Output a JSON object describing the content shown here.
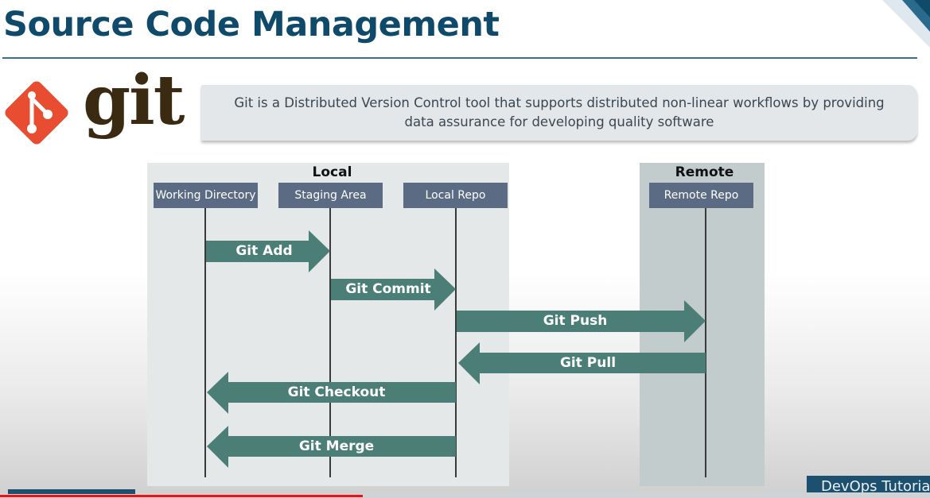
{
  "title": "Source Code Management",
  "logo": {
    "text": "git",
    "brand_color": "#e84d31"
  },
  "description": "Git is a Distributed Version Control tool that supports distributed non-linear workflows by providing data assurance for developing quality software",
  "zones": {
    "local": "Local",
    "remote": "Remote"
  },
  "columns": {
    "working_directory": "Working Directory",
    "staging_area": "Staging Area",
    "local_repo": "Local Repo",
    "remote_repo": "Remote Repo"
  },
  "operations": [
    {
      "key": "add",
      "label": "Git Add",
      "from": "working_directory",
      "to": "staging_area"
    },
    {
      "key": "commit",
      "label": "Git Commit",
      "from": "staging_area",
      "to": "local_repo"
    },
    {
      "key": "push",
      "label": "Git Push",
      "from": "local_repo",
      "to": "remote_repo"
    },
    {
      "key": "pull",
      "label": "Git Pull",
      "from": "remote_repo",
      "to": "local_repo"
    },
    {
      "key": "checkout",
      "label": "Git Checkout",
      "from": "local_repo",
      "to": "working_directory"
    },
    {
      "key": "merge",
      "label": "Git Merge",
      "from": "local_repo",
      "to": "working_directory"
    }
  ],
  "footer": {
    "tag": "DevOps Tutoria"
  },
  "player": {
    "progress_fraction": 0.39
  },
  "colors": {
    "title": "#0f4a6b",
    "arrow": "#4a7e77",
    "column_header": "#5b6b83",
    "local_zone": "#e4e8e8",
    "remote_zone": "#c2cccd"
  }
}
